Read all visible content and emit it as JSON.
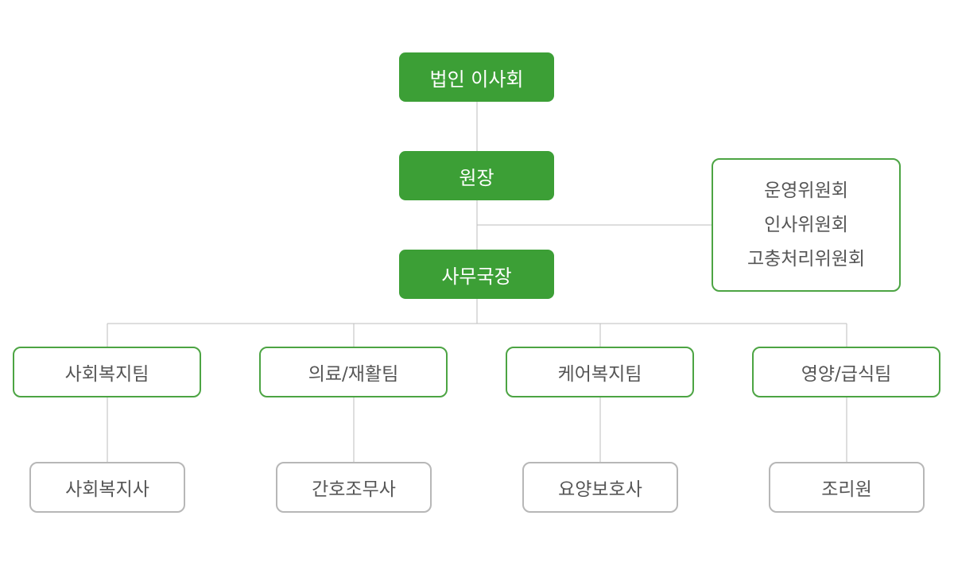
{
  "top": {
    "board": "법인 이사회",
    "director": "원장",
    "secretary": "사무국장"
  },
  "committees": [
    "운영위원회",
    "인사위원회",
    "고충처리위원회"
  ],
  "teams": [
    {
      "label": "사회복지팀",
      "staff": "사회복지사"
    },
    {
      "label": "의료/재활팀",
      "staff": "간호조무사"
    },
    {
      "label": "케어복지팀",
      "staff": "요양보호사"
    },
    {
      "label": "영양/급식팀",
      "staff": "조리원"
    }
  ],
  "colors": {
    "primary_green": "#3c9f36",
    "border_green": "#4ca443",
    "border_gray": "#b7b7b7",
    "connector": "#bdbdbd",
    "text": "#555555"
  }
}
